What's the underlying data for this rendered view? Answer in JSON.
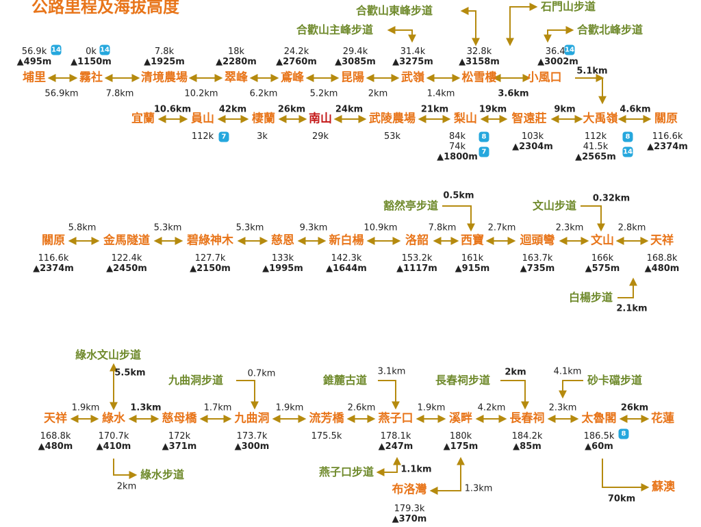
{
  "colors": {
    "place": "#e8751a",
    "place_red": "#c41a1a",
    "trail": "#6f8a2c",
    "arrow": "#b58a0e",
    "road_badge": "#25a7dd"
  },
  "title": "公路里程及海拔高度",
  "row1": {
    "places": [
      "埔里",
      "霧社",
      "清境農場",
      "翠峰",
      "鳶峰",
      "昆陽",
      "武嶺",
      "松雪樓",
      "小風口"
    ],
    "km": [
      "56.9km",
      "7.8km",
      "10.2km",
      "6.2km",
      "5.2km",
      "2km",
      "1.4km",
      "3.6km",
      "5.1km"
    ],
    "info": [
      [
        "56.9k",
        "▲495m"
      ],
      [
        "0k",
        "▲1150m"
      ],
      [
        "7.8k",
        "▲1925m"
      ],
      [
        "18k",
        "▲2280m"
      ],
      [
        "24.2k",
        "▲2760m"
      ],
      [
        "29.4k",
        "▲3085m"
      ],
      [
        "31.4k",
        "▲3275m"
      ],
      [
        "32.8k",
        "▲3158m"
      ],
      [
        "36.4k",
        "▲3002m"
      ]
    ],
    "trails": [
      "合歡山東峰步道",
      "合歡山主峰步道",
      "石門山步道",
      "合歡北峰步道"
    ]
  },
  "row2": {
    "places": [
      "宜蘭",
      "員山",
      "棲蘭",
      "南山",
      "武陵農場",
      "梨山",
      "智遠莊",
      "大禹嶺",
      "關原"
    ],
    "km": [
      "10.6km",
      "42km",
      "26km",
      "24km",
      "21km",
      "19km",
      "9km",
      "4.6km"
    ],
    "info": [
      [
        "112k"
      ],
      [
        "3k"
      ],
      [
        "29k"
      ],
      [
        "53k"
      ],
      [
        "84k",
        "74k",
        "▲1800m"
      ],
      [
        "103k",
        "▲2304m"
      ],
      [
        "112k",
        "41.5k",
        "▲2565m"
      ],
      [
        "116.6k",
        "▲2374m"
      ]
    ]
  },
  "row3": {
    "places": [
      "關原",
      "金馬隧道",
      "碧綠神木",
      "慈恩",
      "新白楊",
      "洛韶",
      "西寶",
      "迴頭彎",
      "文山",
      "天祥"
    ],
    "km": [
      "5.8km",
      "5.3km",
      "5.3km",
      "9.3km",
      "10.9km",
      "7.8km",
      "2.7km",
      "2.3km",
      "2.8km"
    ],
    "info": [
      [
        "116.6k",
        "▲2374m"
      ],
      [
        "122.4k",
        "▲2450m"
      ],
      [
        "127.7k",
        "▲2150m"
      ],
      [
        "133k",
        "▲1995m"
      ],
      [
        "142.3k",
        "▲1644m"
      ],
      [
        "153.2k",
        "▲1117m"
      ],
      [
        "161k",
        "▲915m"
      ],
      [
        "163.7k",
        "▲735m"
      ],
      [
        "166k",
        "▲575m"
      ],
      [
        "168.8k",
        "▲480m"
      ]
    ],
    "trails": [
      "豁然亭步道",
      "文山步道",
      "白楊步道"
    ],
    "trail_km": [
      "0.5km",
      "0.32km",
      "2.1km"
    ]
  },
  "row4": {
    "places": [
      "天祥",
      "綠水",
      "慈母橋",
      "九曲洞",
      "流芳橋",
      "燕子口",
      "溪畔",
      "長春祠",
      "太魯閣",
      "花蓮"
    ],
    "km": [
      "1.9km",
      "1.3km",
      "1.7km",
      "1.9km",
      "2.6km",
      "1.9km",
      "4.2km",
      "2.3km",
      "26km"
    ],
    "info": [
      [
        "168.8k",
        "▲480m"
      ],
      [
        "170.7k",
        "▲410m"
      ],
      [
        "172k",
        "▲371m"
      ],
      [
        "173.7k",
        "▲300m"
      ],
      [
        "175.5k"
      ],
      [
        "178.1k",
        "▲247m"
      ],
      [
        "180k",
        "▲175m"
      ],
      [
        "184.2k",
        "▲85m"
      ],
      [
        "186.5k",
        "▲60m"
      ]
    ],
    "trails": [
      "綠水文山步道",
      "九曲洞步道",
      "錐麓古道",
      "長春祠步道",
      "砂卡礑步道",
      "綠水步道",
      "燕子口步道"
    ],
    "trail_km": [
      "5.5km",
      "0.7km",
      "3.1km",
      "2km",
      "4.1km",
      "2km",
      "1.1km",
      "1.3km",
      "70km"
    ],
    "extra_places": [
      "布洛灣",
      "蘇澳"
    ],
    "buluowan_info": [
      "179.3k",
      "▲370m"
    ]
  },
  "road_badges": [
    "14",
    "14",
    "14",
    "7",
    "8",
    "7",
    "8",
    "8",
    "14",
    "8"
  ]
}
